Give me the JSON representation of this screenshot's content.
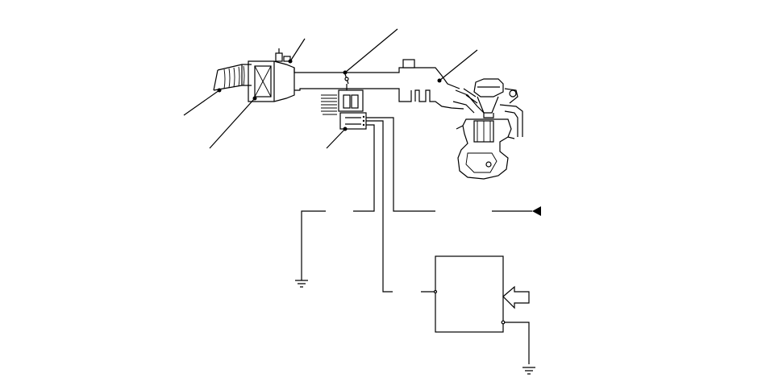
{
  "diagram": {
    "type": "schematic",
    "colors": {
      "line": "#000000",
      "background": "#ffffff"
    },
    "components": [
      "air-intake-duct",
      "air-cleaner",
      "intake-air-pipe",
      "throttle-body",
      "air-flow-sensor",
      "intake-manifold",
      "engine",
      "control-unit",
      "ground-symbol-left",
      "ground-symbol-right",
      "signal-input-arrow",
      "signal-arrowhead"
    ],
    "callouts": 6
  }
}
